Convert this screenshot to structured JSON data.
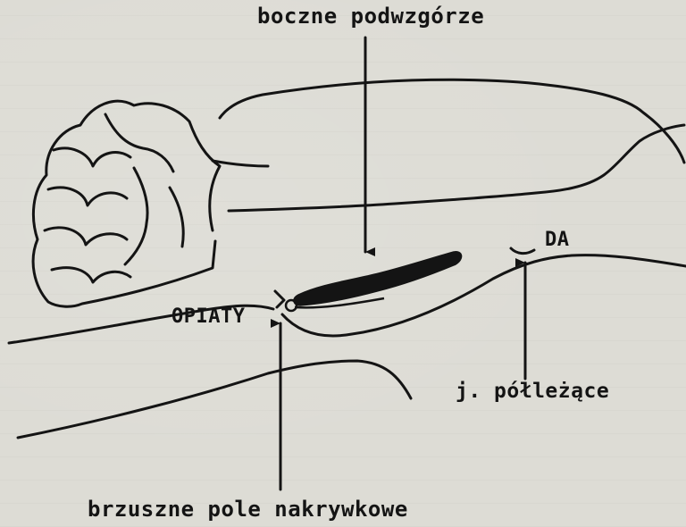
{
  "labels": {
    "lateral_hypothalamus": "boczne podwzgórze",
    "opiates": "OPIATY",
    "dopamine": "DA",
    "nucleus_accumbens": "j. półleżące",
    "vta": "brzuszne pole nakrywkowe"
  },
  "colors": {
    "ink": "#141414",
    "paper": "#dddcd5"
  }
}
